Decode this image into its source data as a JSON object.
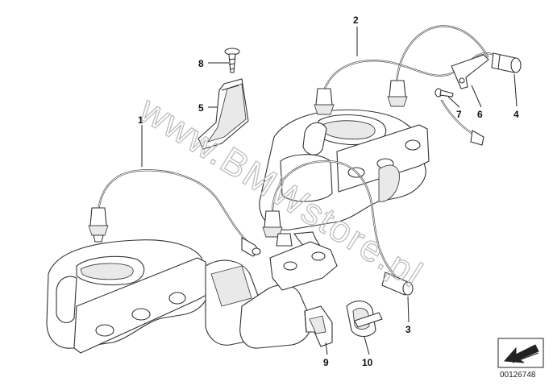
{
  "watermark": "www.BMWstore.pl",
  "document_id": "00126748",
  "callouts": {
    "c1": "1",
    "c2": "2",
    "c3": "3",
    "c4": "4",
    "c5": "5",
    "c6": "6",
    "c7": "7",
    "c8": "8",
    "c9": "9",
    "c10": "10"
  },
  "icons": {
    "corner": "arrow-icon"
  }
}
